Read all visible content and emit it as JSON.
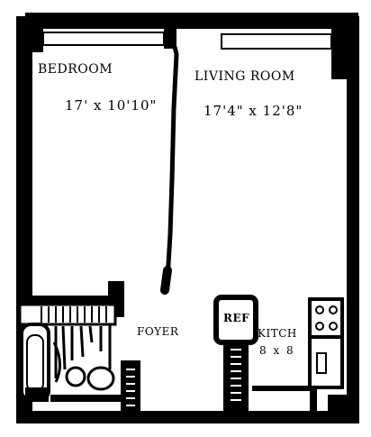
{
  "rooms": {
    "bedroom": {
      "name": "BEDROOM",
      "dimensions": "17' x 10'10\""
    },
    "living": {
      "name": "LIVING ROOM",
      "dimensions": "17'4\" x 12'8\""
    },
    "foyer": {
      "name": "FOYER"
    },
    "kitchen": {
      "name": "KITCH",
      "dimensions": "8 x 8"
    },
    "ref": {
      "name": "REF"
    }
  },
  "colors": {
    "ink": "#000000",
    "paper": "#ffffff"
  }
}
